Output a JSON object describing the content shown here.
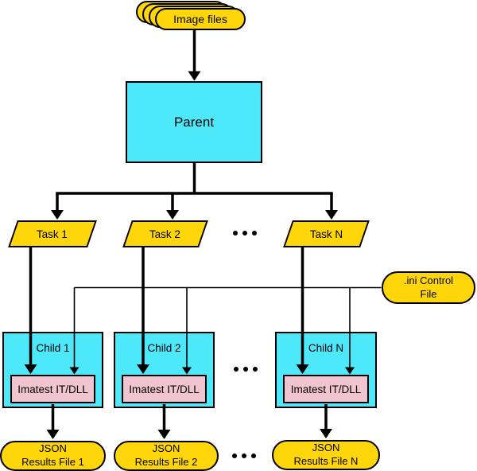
{
  "diagram": {
    "colors": {
      "yellow": "#FFD60A",
      "cyan": "#4DE8FA",
      "pink": "#F1C5CF",
      "outline": "#000000"
    },
    "image_files": {
      "label": "Image files"
    },
    "parent": {
      "label": "Parent"
    },
    "tasks": [
      {
        "label": "Task 1"
      },
      {
        "label": "Task 2"
      },
      {
        "label": "Task N"
      }
    ],
    "ini_control_file": {
      "line1": ".ini Control",
      "line2": "File"
    },
    "children": [
      {
        "label": "Child 1",
        "inner_label": "Imatest IT/DLL"
      },
      {
        "label": "Child 2",
        "inner_label": "Imatest IT/DLL"
      },
      {
        "label": "Child N",
        "inner_label": "Imatest IT/DLL"
      }
    ],
    "results": [
      {
        "line1": "JSON",
        "line2": "Results File 1"
      },
      {
        "line1": "JSON",
        "line2": "Results File 2"
      },
      {
        "line1": "JSON",
        "line2": "Results File N"
      }
    ],
    "icons": {
      "ellipsis": "dots-horizontal"
    }
  }
}
